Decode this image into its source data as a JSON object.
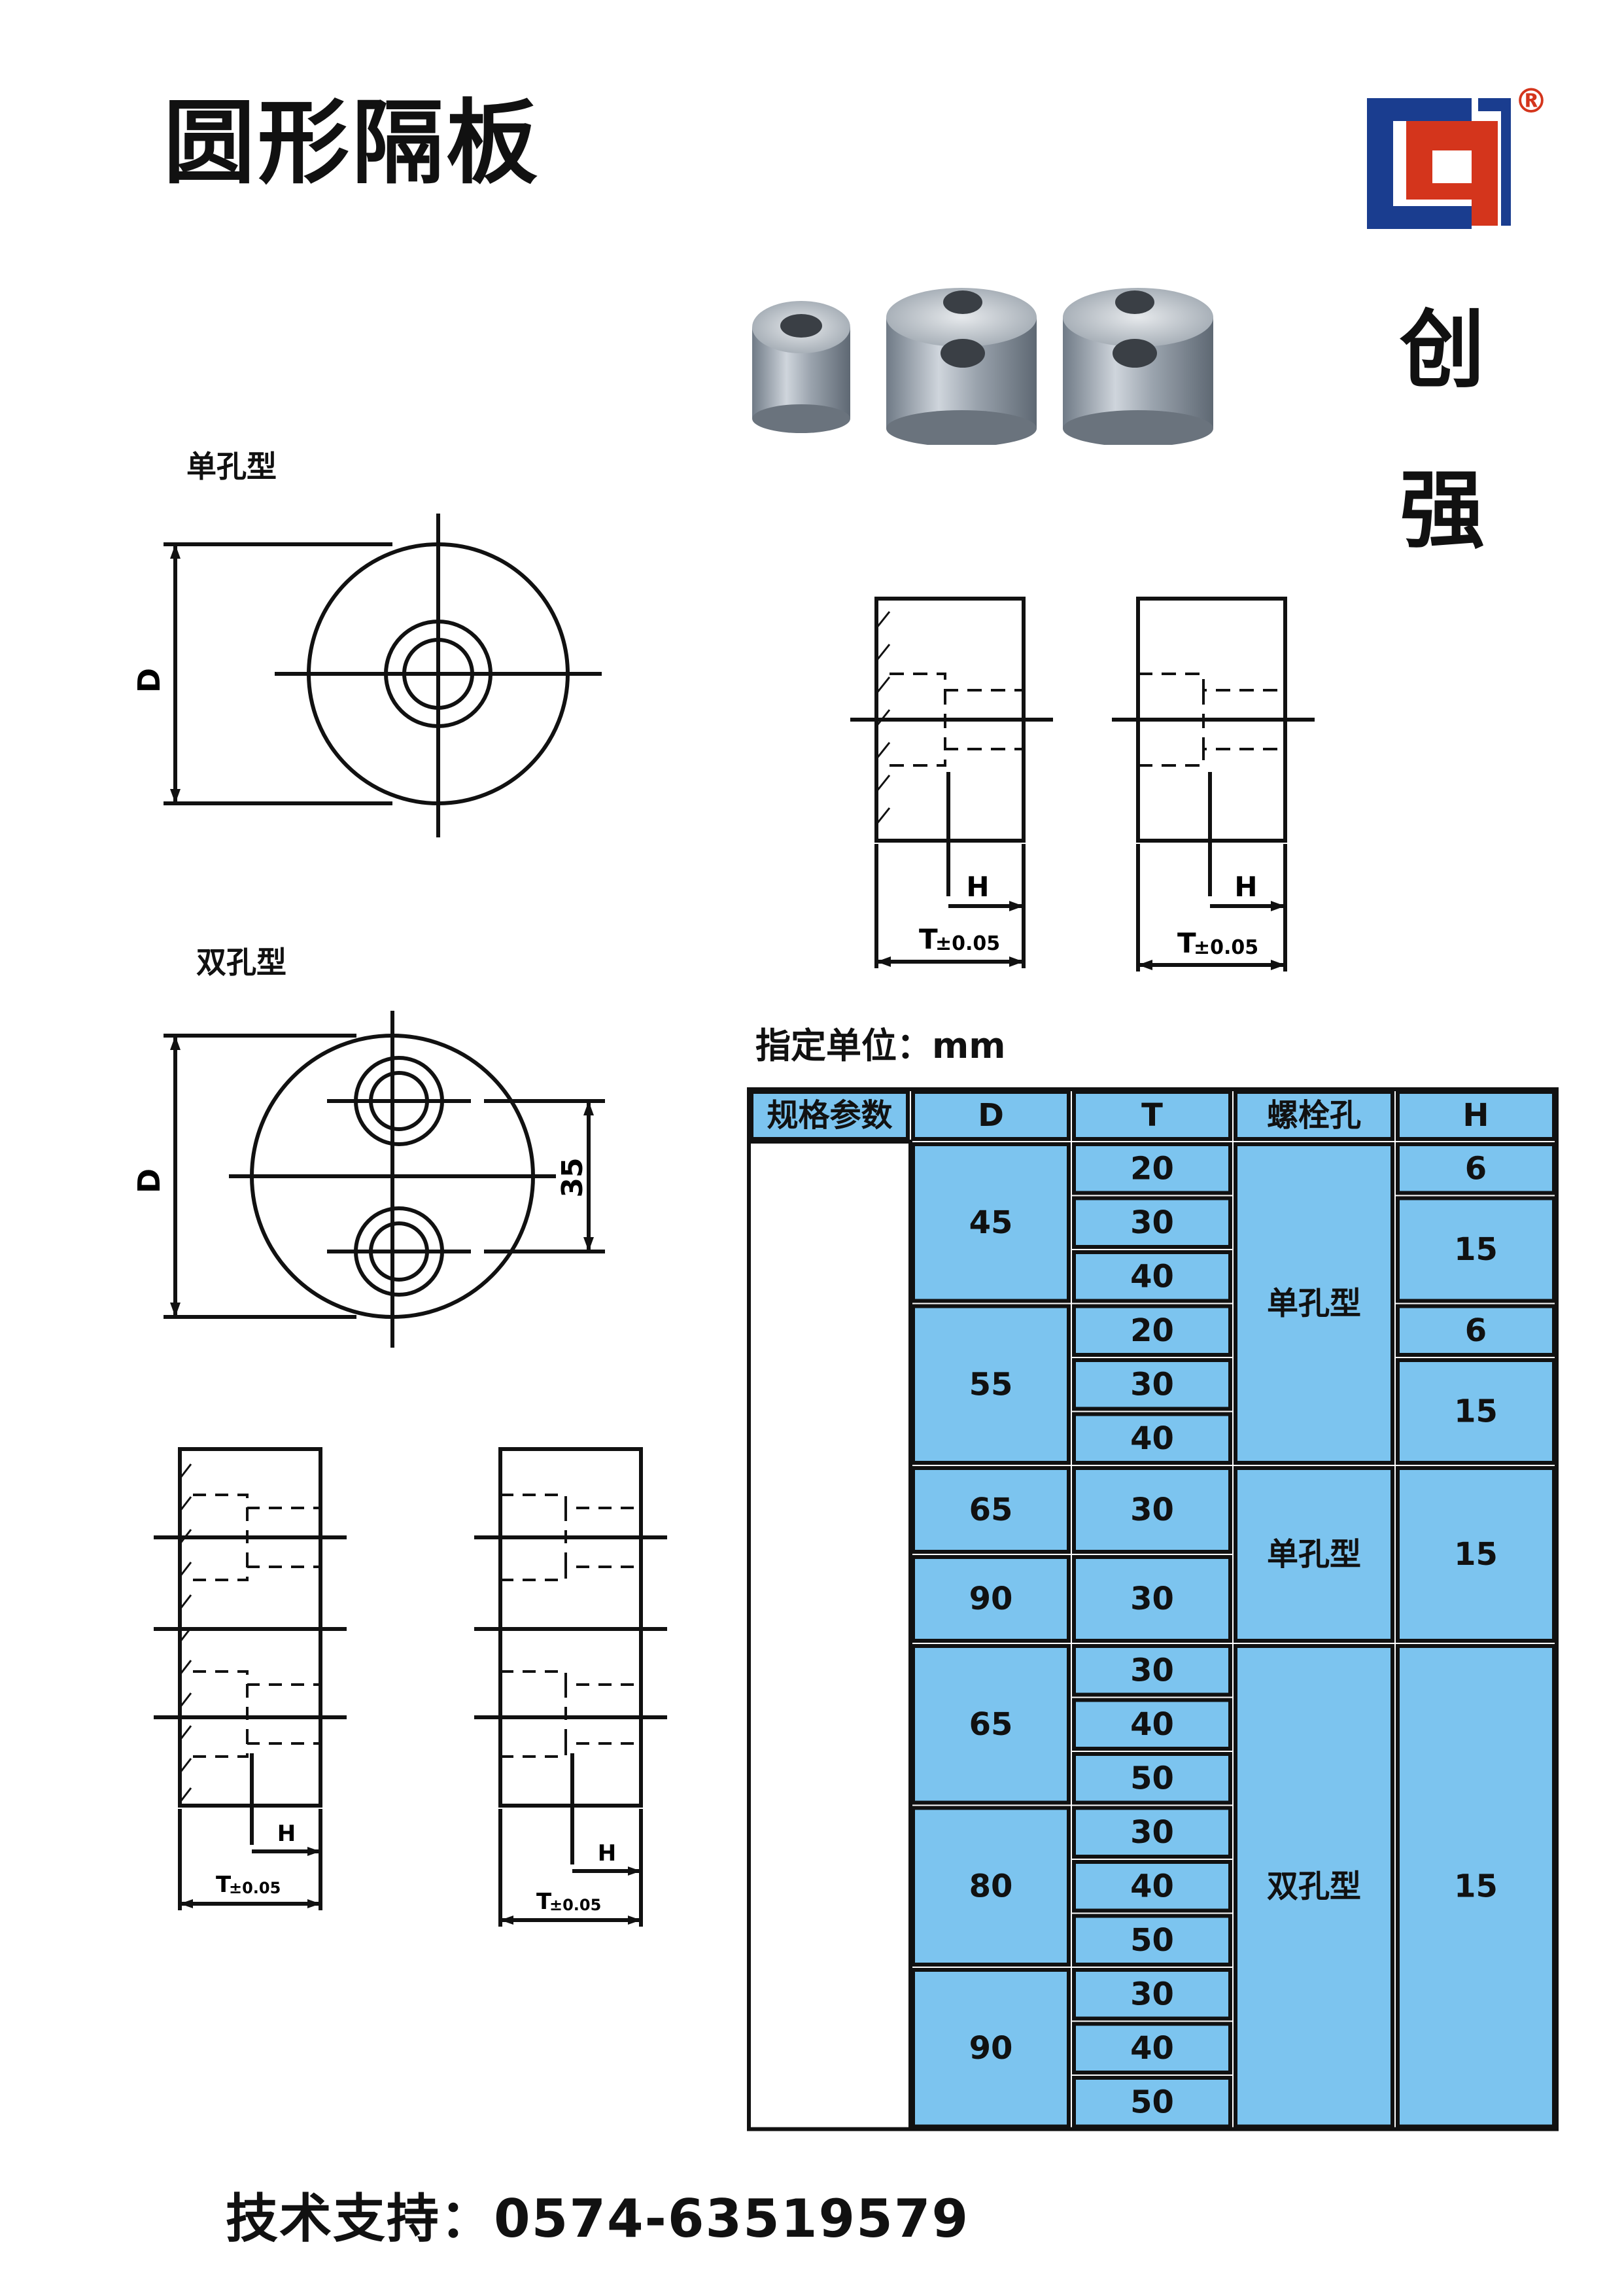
{
  "title": "圆形隔板",
  "brand": {
    "char1": "创",
    "char2": "强",
    "registered": "®",
    "logo_colors": {
      "blue": "#1a3d8f",
      "red": "#d4351c"
    }
  },
  "labels": {
    "single_type": "单孔型",
    "double_type": "双孔型",
    "dim_D": "D",
    "dim_H": "H",
    "dim_T": "T",
    "dim_T_tol": "±0.05",
    "dim_35": "35",
    "unit": "指定单位：mm"
  },
  "table": {
    "headers": [
      "规格参数",
      "D",
      "T",
      "螺栓孔",
      "H"
    ],
    "header_color": "#7cc4ef",
    "rows": [
      {
        "D": "45",
        "T": [
          "20",
          "30",
          "40"
        ],
        "hole": "单孔型",
        "H": [
          "6",
          "15"
        ]
      },
      {
        "D": "55",
        "T": [
          "20",
          "30",
          "40"
        ],
        "hole": "单孔型",
        "H": [
          "6",
          "15"
        ]
      },
      {
        "D": "65",
        "T": [
          "30"
        ],
        "hole": "单孔型",
        "H": [
          "15"
        ]
      },
      {
        "D": "90",
        "T": [
          "30"
        ],
        "hole": "单孔型",
        "H": [
          "15"
        ]
      },
      {
        "D": "65",
        "T": [
          "30",
          "40",
          "50"
        ],
        "hole": "双孔型",
        "H": [
          "15"
        ]
      },
      {
        "D": "80",
        "T": [
          "30",
          "40",
          "50"
        ],
        "hole": "双孔型",
        "H": [
          "15"
        ]
      },
      {
        "D": "90",
        "T": [
          "30",
          "40",
          "50"
        ],
        "hole": "双孔型",
        "H": [
          "15"
        ]
      }
    ]
  },
  "footer": "技术支持：0574-63519579"
}
